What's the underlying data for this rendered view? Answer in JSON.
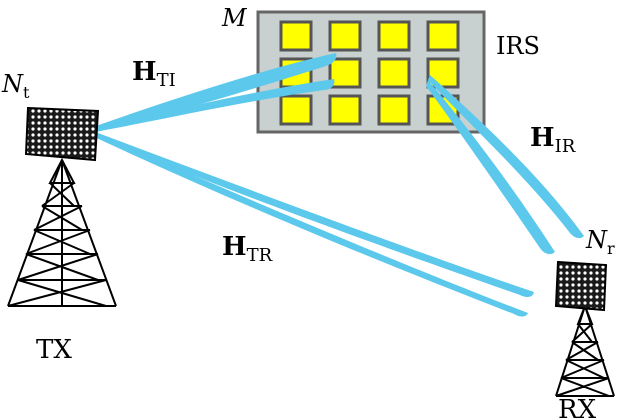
{
  "irs": {
    "label_m": "M",
    "label_irs": "IRS",
    "element_rows": 3,
    "element_cols": 4,
    "panel_color": "#c8d0d0",
    "element_color": "#ffff00"
  },
  "tx": {
    "label": "TX",
    "antenna_label_main": "N",
    "antenna_label_sub": "t"
  },
  "rx": {
    "label": "RX",
    "antenna_label_main": "N",
    "antenna_label_sub": "r"
  },
  "channels": {
    "h_ti": {
      "main": "H",
      "sub": "TI"
    },
    "h_ir": {
      "main": "H",
      "sub": "IR"
    },
    "h_tr": {
      "main": "H",
      "sub": "TR"
    }
  },
  "beam_color": "#5bc8ec"
}
